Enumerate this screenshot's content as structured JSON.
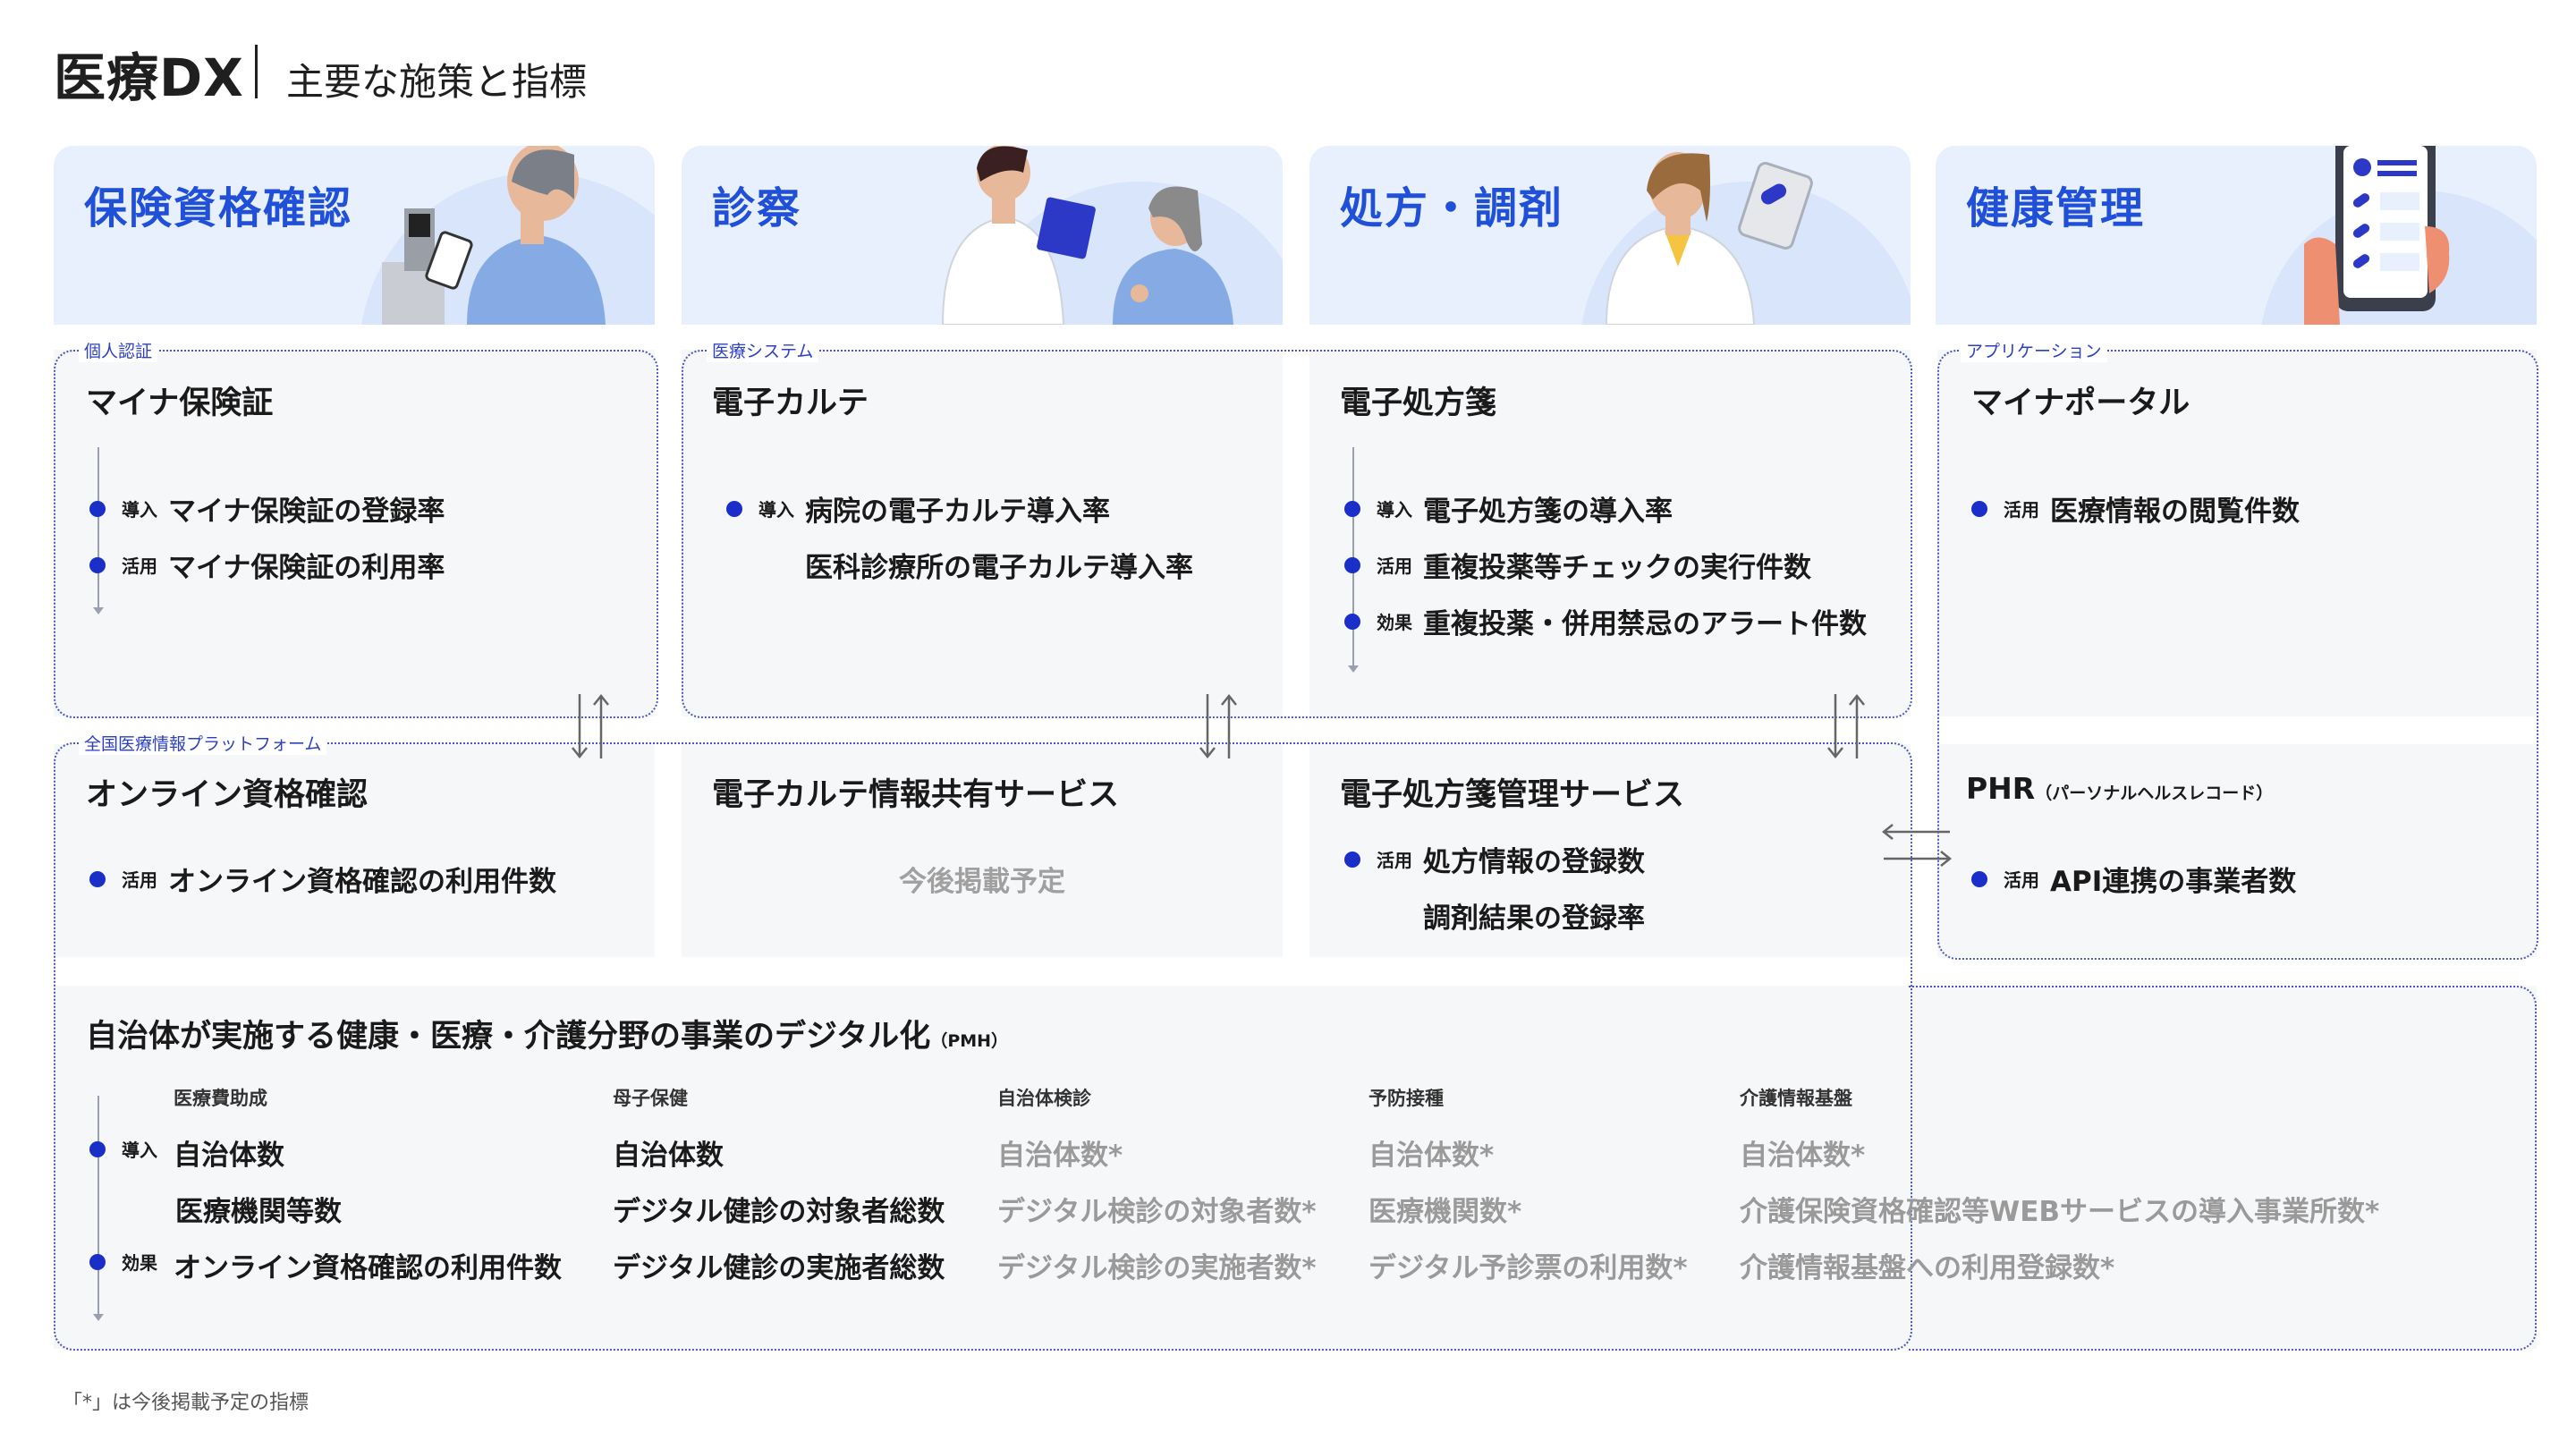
{
  "header": {
    "title": "医療DX",
    "subtitle": "主要な施策と指標"
  },
  "heroes": [
    {
      "title": "保険資格確認"
    },
    {
      "title": "診察"
    },
    {
      "title": "処方・調剤"
    },
    {
      "title": "健康管理"
    }
  ],
  "groups": {
    "personal_auth": "個人認証",
    "medical_system": "医療システム",
    "application": "アプリケーション",
    "national_platform": "全国医療情報プラットフォーム"
  },
  "cards": {
    "mynumber_insurance": {
      "title": "マイナ保険証",
      "rows": [
        {
          "tag": "導入",
          "text": "マイナ保険証の登録率"
        },
        {
          "tag": "活用",
          "text": "マイナ保険証の利用率"
        }
      ]
    },
    "ehr": {
      "title": "電子カルテ",
      "rows": [
        {
          "tag": "導入",
          "text": "病院の電子カルテ導入率"
        },
        {
          "tag": "",
          "text": "医科診療所の電子カルテ導入率"
        }
      ]
    },
    "eprescription": {
      "title": "電子処方箋",
      "rows": [
        {
          "tag": "導入",
          "text": "電子処方箋の導入率"
        },
        {
          "tag": "活用",
          "text": "重複投薬等チェックの実行件数"
        },
        {
          "tag": "効果",
          "text": "重複投薬・併用禁忌のアラート件数"
        }
      ]
    },
    "mynaportal": {
      "title": "マイナポータル",
      "rows": [
        {
          "tag": "活用",
          "text": "医療情報の閲覧件数"
        }
      ]
    },
    "online_check": {
      "title": "オンライン資格確認",
      "rows": [
        {
          "tag": "活用",
          "text": "オンライン資格確認の利用件数"
        }
      ]
    },
    "ehr_share": {
      "title": "電子カルテ情報共有サービス",
      "note": "今後掲載予定"
    },
    "eprescription_mgmt": {
      "title": "電子処方箋管理サービス",
      "rows": [
        {
          "tag": "活用",
          "text": "処方情報の登録数"
        },
        {
          "tag": "",
          "text": "調剤結果の登録率"
        }
      ]
    },
    "phr": {
      "title": "PHR",
      "title_small": "（パーソナルヘルスレコード）",
      "rows": [
        {
          "tag": "活用",
          "text": "API連携の事業者数"
        }
      ]
    }
  },
  "pmh": {
    "title": "自治体が実施する健康・医療・介護分野の事業のデジタル化",
    "title_small": "（PMH）",
    "tags": [
      "導入",
      "効果"
    ],
    "columns": [
      {
        "head": "医療費助成",
        "items": [
          "自治体数",
          "医療機関等数",
          "オンライン資格確認の利用件数"
        ],
        "gray": false
      },
      {
        "head": "母子保健",
        "items": [
          "自治体数",
          "デジタル健診の対象者総数",
          "デジタル健診の実施者総数"
        ],
        "gray": false
      },
      {
        "head": "自治体検診",
        "items": [
          "自治体数*",
          "デジタル検診の対象者数*",
          "デジタル検診の実施者数*"
        ],
        "gray": true
      },
      {
        "head": "予防接種",
        "items": [
          "自治体数*",
          "医療機関数*",
          "デジタル予診票の利用数*"
        ],
        "gray": true
      },
      {
        "head": "介護情報基盤",
        "items": [
          "自治体数*",
          "介護保険資格確認等WEBサービスの導入事業所数*",
          "介護情報基盤への利用登録数*"
        ],
        "gray": true
      }
    ]
  },
  "footnote": "「*」は今後掲載予定の指標",
  "colors": {
    "accent": "#2050d8",
    "dot": "#1a2ec8",
    "hero_bg": "#e8f0fd",
    "panel_bg": "#f6f7f9"
  }
}
